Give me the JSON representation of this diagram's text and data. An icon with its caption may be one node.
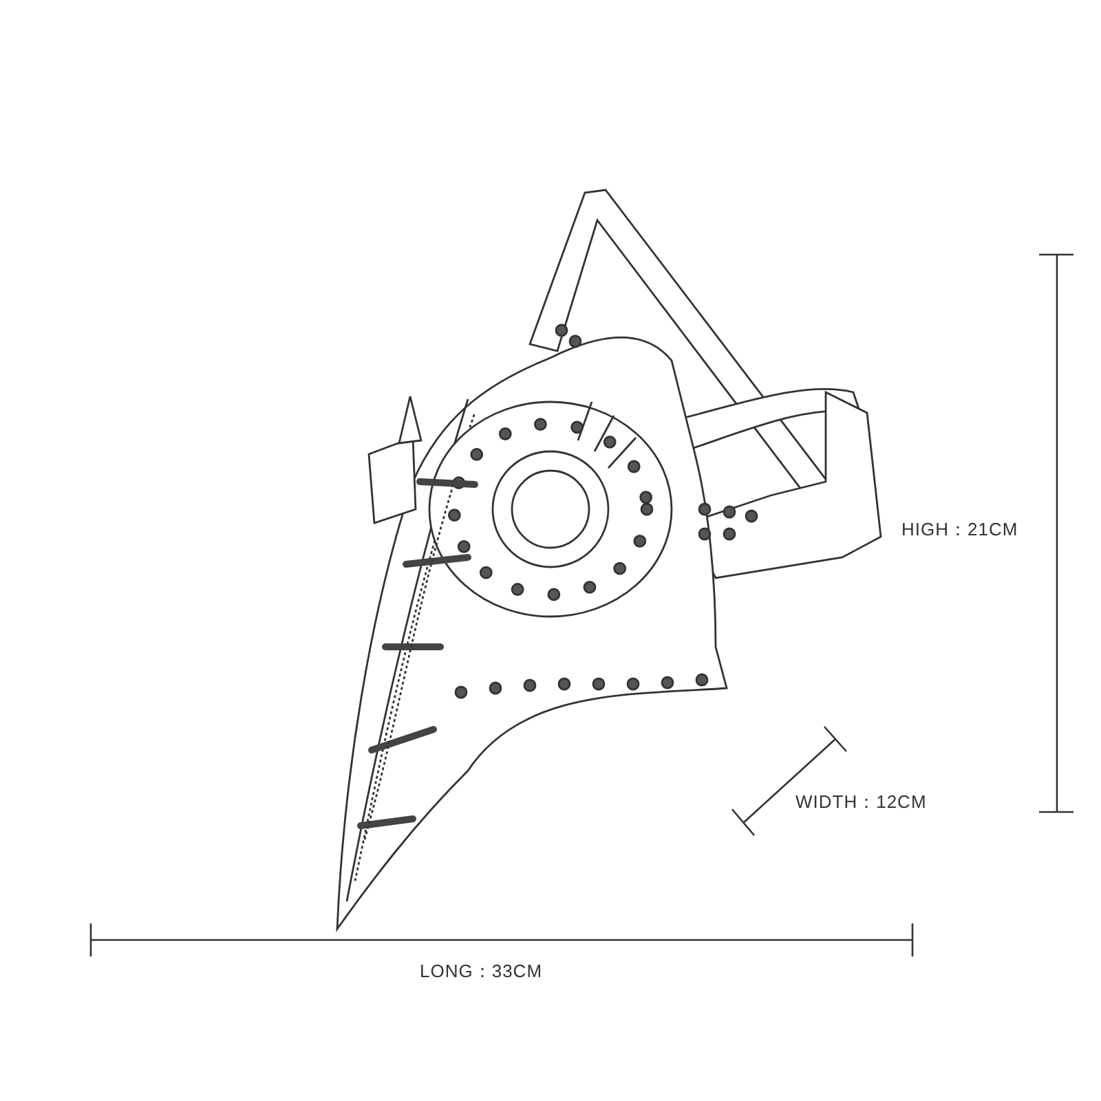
{
  "diagram": {
    "labels": [
      "HIGH：21CM",
      "WIDTH：12CM",
      "LONG：33CM"
    ]
  }
}
